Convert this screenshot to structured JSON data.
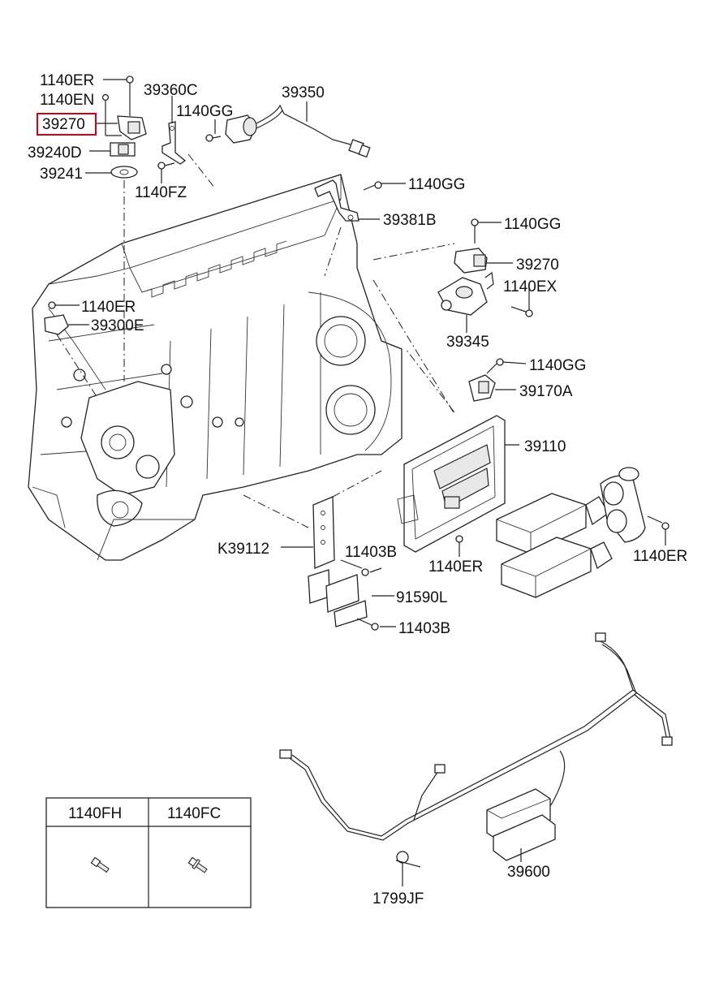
{
  "highlight": {
    "part": "39270",
    "color": "#d0021b"
  },
  "labels": {
    "l1140er_top": "1140ER",
    "l1140en": "1140EN",
    "l39270_hl": "39270",
    "l39240d": "39240D",
    "l39241": "39241",
    "l39360c": "39360C",
    "l1140gg_top": "1140GG",
    "l39350": "39350",
    "l1140fz": "1140FZ",
    "l1140gg_2": "1140GG",
    "l39381b": "39381B",
    "l1140gg_3": "1140GG",
    "l39270_r": "39270",
    "l1140ex": "1140EX",
    "l1140er_mid": "1140ER",
    "l39300e": "39300E",
    "l39345": "39345",
    "l1140gg_4": "1140GG",
    "l39170a": "39170A",
    "l39110": "39110",
    "lk39112": "K39112",
    "l11403b_1": "11403B",
    "l1140er_ecu": "1140ER",
    "l1140er_r": "1140ER",
    "l91590l": "91590L",
    "l11403b_2": "11403B",
    "l39600": "39600",
    "l1799jf": "1799JF"
  },
  "bolt_table": {
    "headers": [
      "1140FH",
      "1140FC"
    ],
    "icons": [
      "bolt-icon",
      "flange-bolt-icon"
    ]
  }
}
